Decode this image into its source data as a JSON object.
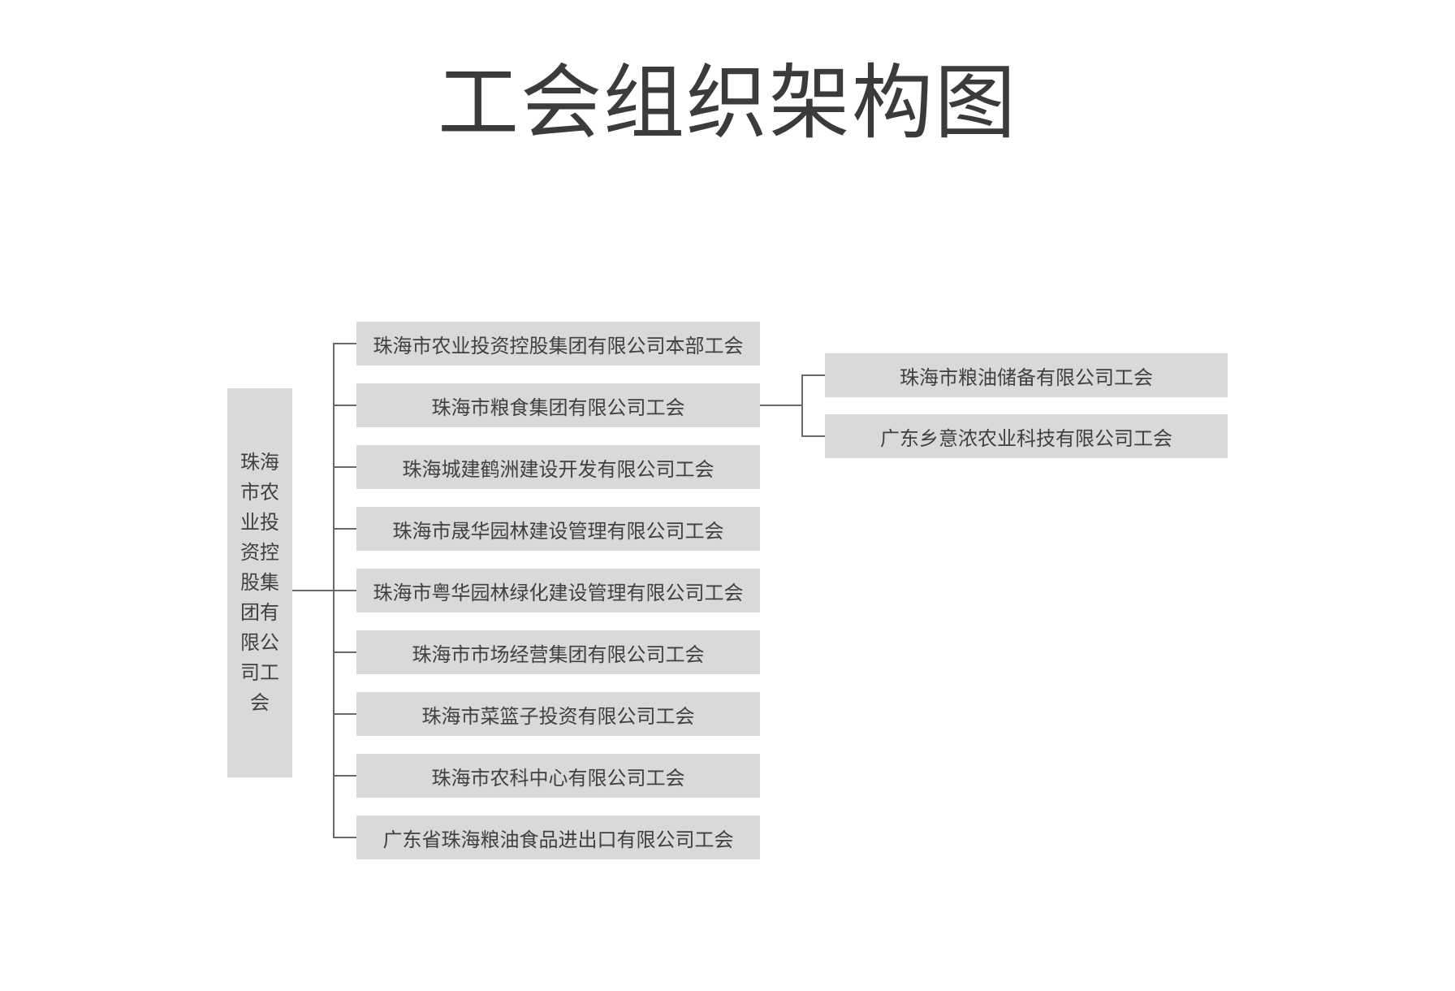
{
  "title": "工会组织架构图",
  "colors": {
    "background": "#ffffff",
    "box_bg": "#d9d9d9",
    "box_text": "#404040",
    "line": "#696969",
    "title_text": "#3b3b3b"
  },
  "root": {
    "label": "珠海市农业投资控股集团有限公司工会"
  },
  "children": [
    {
      "label": "珠海市农业投资控股集团有限公司本部工会"
    },
    {
      "label": "珠海市粮食集团有限公司工会",
      "children": [
        {
          "label": "珠海市粮油储备有限公司工会"
        },
        {
          "label": "广东乡意浓农业科技有限公司工会"
        }
      ]
    },
    {
      "label": "珠海城建鹤洲建设开发有限公司工会"
    },
    {
      "label": "珠海市晟华园林建设管理有限公司工会"
    },
    {
      "label": "珠海市粤华园林绿化建设管理有限公司工会"
    },
    {
      "label": "珠海市市场经营集团有限公司工会"
    },
    {
      "label": "珠海市菜篮子投资有限公司工会"
    },
    {
      "label": "珠海市农科中心有限公司工会"
    },
    {
      "label": "广东省珠海粮油食品进出口有限公司工会"
    }
  ]
}
